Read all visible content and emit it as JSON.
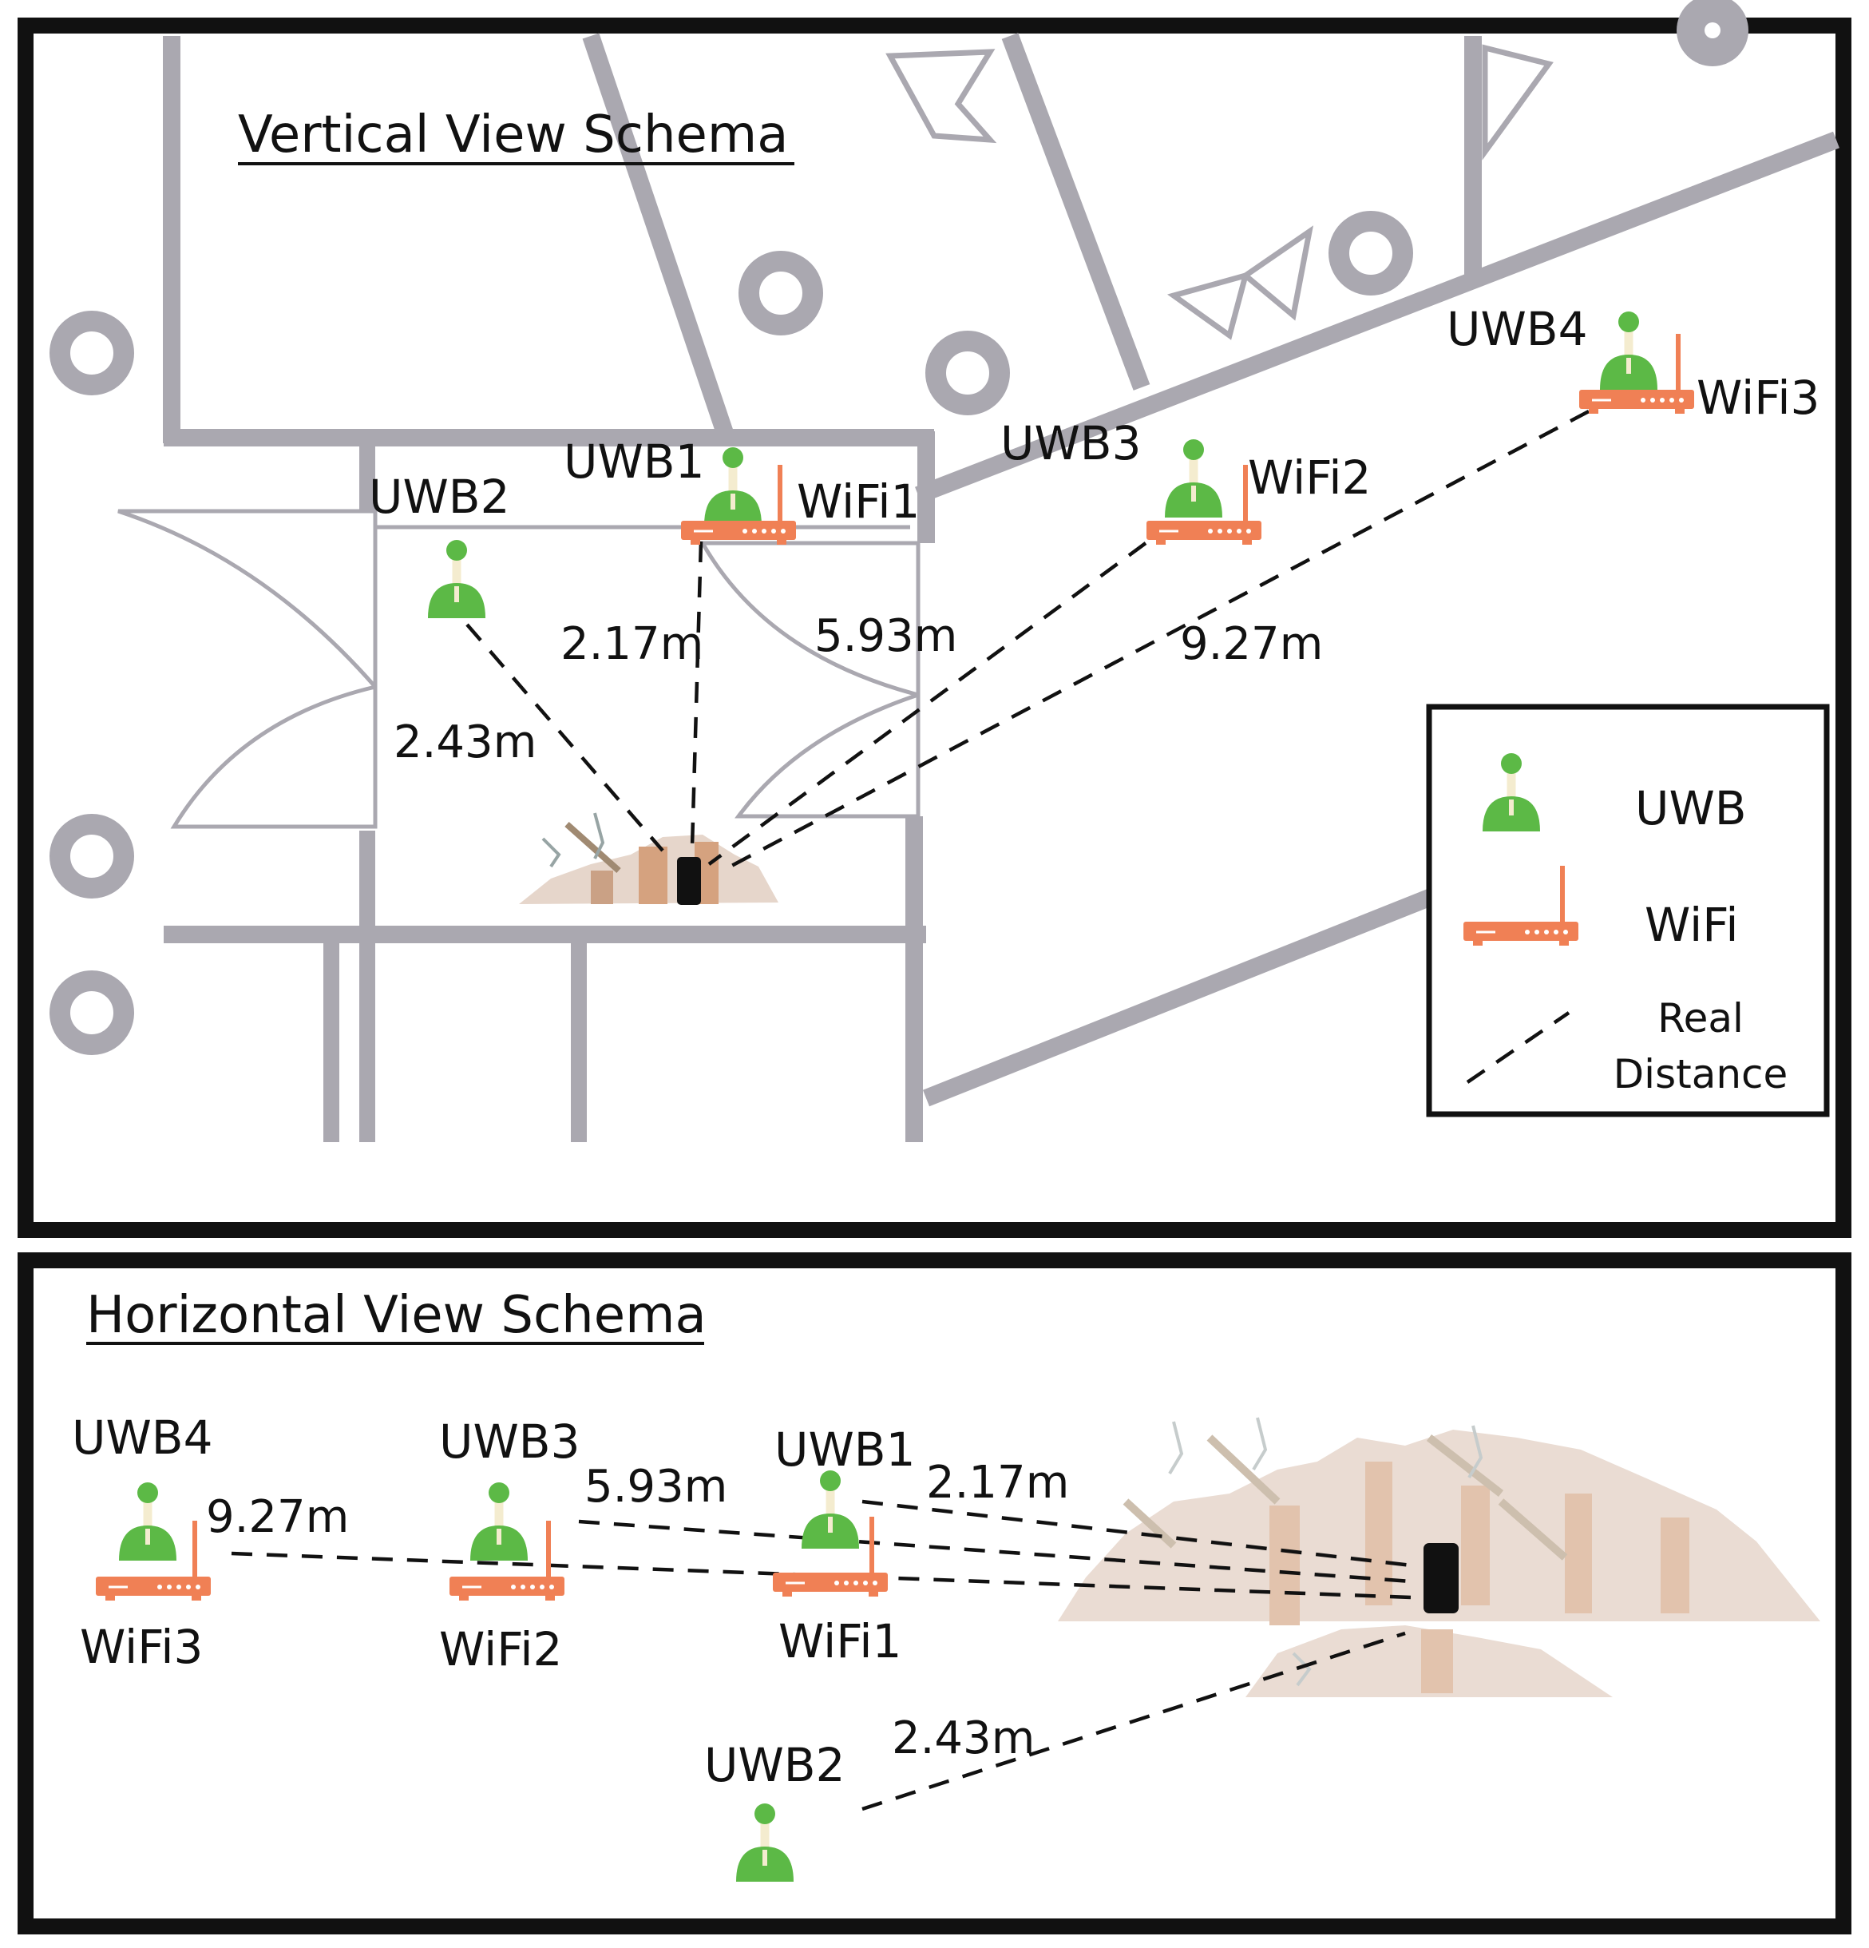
{
  "vertical": {
    "title": "Vertical View Schema",
    "labels": {
      "uwb1": "UWB1",
      "uwb2": "UWB2",
      "uwb3": "UWB3",
      "uwb4": "UWB4",
      "wifi1": "WiFi1",
      "wifi2": "WiFi2",
      "wifi3": "WiFi3"
    },
    "distances": {
      "uwb2": "2.43m",
      "uwb1": "2.17m",
      "uwb3": "5.93m",
      "uwb4": "9.27m"
    }
  },
  "legend": {
    "uwb": "UWB",
    "wifi": "WiFi",
    "real_line1": "Real",
    "real_line2": "Distance"
  },
  "horizontal": {
    "title": "Horizontal View Schema",
    "labels": {
      "uwb1": "UWB1",
      "uwb2": "UWB2",
      "uwb3": "UWB3",
      "uwb4": "UWB4",
      "wifi1": "WiFi1",
      "wifi2": "WiFi2",
      "wifi3": "WiFi3"
    },
    "distances": {
      "uwb4": "9.27m",
      "uwb3": "5.93m",
      "uwb1": "2.17m",
      "uwb2": "2.43m"
    }
  },
  "colors": {
    "uwb": "#5cb946",
    "wifi": "#f08055",
    "wall": "#aaa8b0",
    "rubble": "#dcc8b8",
    "frame": "#111111"
  },
  "icons": [
    "uwb-anchor-icon",
    "wifi-router-icon",
    "phone-icon",
    "rubble-icon"
  ]
}
